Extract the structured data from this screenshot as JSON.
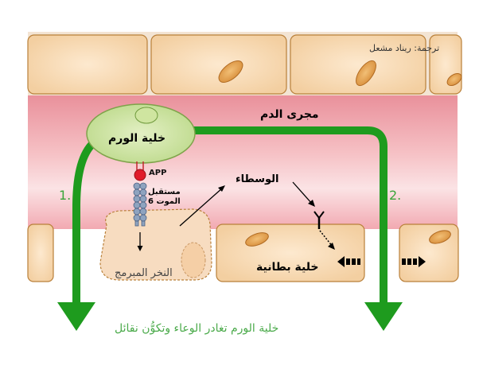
{
  "credit": "ترجمة: ريناد مشعل",
  "labels": {
    "bloodstream": "مجرى الدم",
    "tumor_cell": "خلية الورم",
    "app": "APP",
    "death_receptor_line1": "مستقبل",
    "death_receptor_line2": "الموت 6",
    "mediators": "الوسطاء",
    "programmed_necrosis": "النخر المبرمج",
    "endothelial_cell": "خلية بطانية",
    "step1": "1.",
    "step2": "2.",
    "caption": "خلية الورم تغادر الوعاء وتكوُّن نقائل"
  },
  "colors": {
    "vessel_wall": "#f6d9b4",
    "cell_border": "#b9803a",
    "nucleus": "#e8a85a",
    "blood_lumen": "#f2a9b1",
    "tumor_cell": "#d3e7a9",
    "arrow_green": "#1e9b1e",
    "app_red": "#e01b2a",
    "receptor_blue": "#7f95b3",
    "step_text": "#3aa53a",
    "caption_text": "#4aaa4a"
  }
}
